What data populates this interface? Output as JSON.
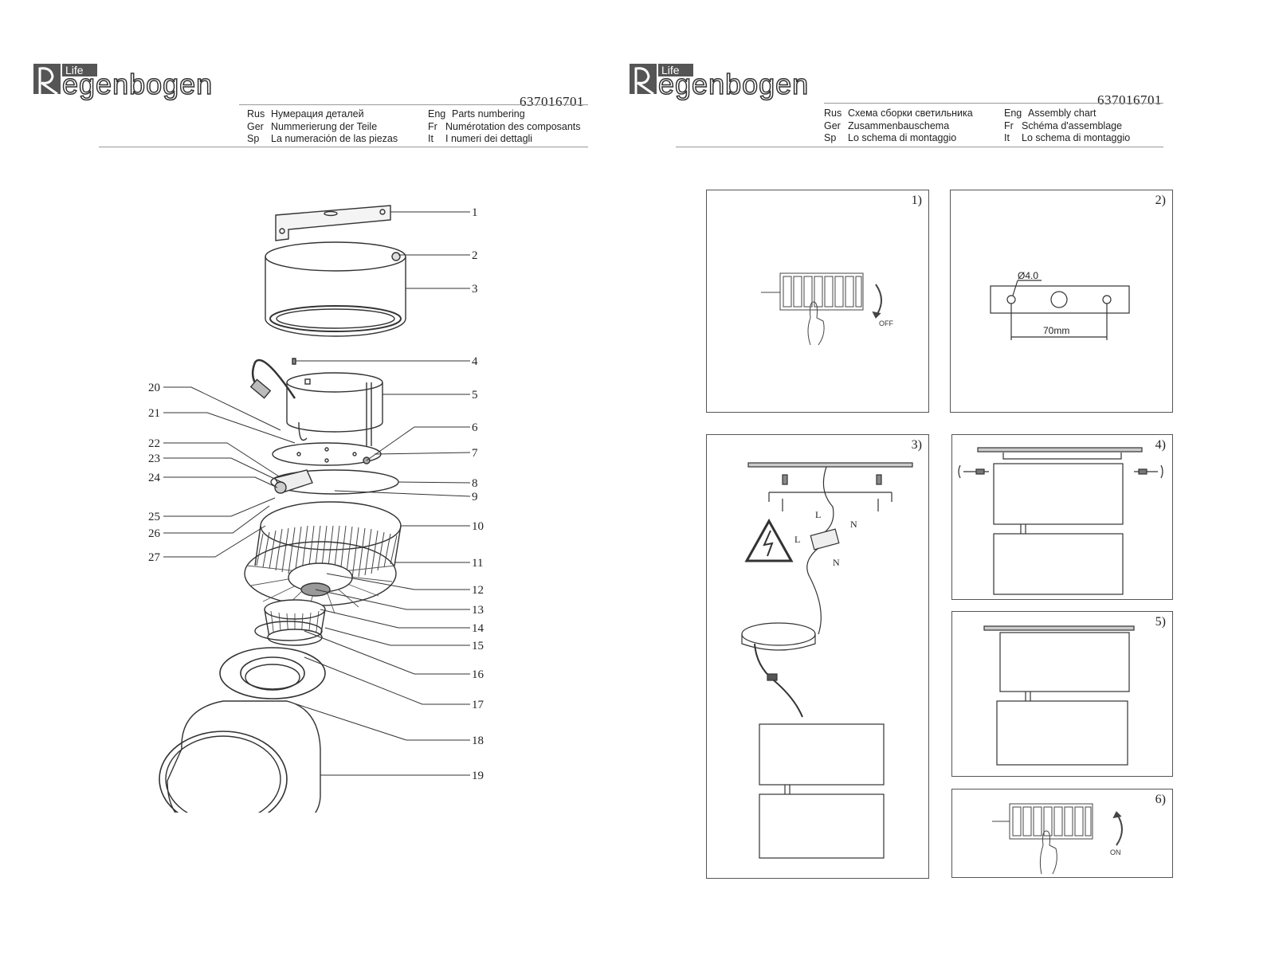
{
  "brand": {
    "life_tag": "Life",
    "name": "Regenbogen"
  },
  "left_page": {
    "doc_number": "637016701",
    "title_lines": [
      {
        "code": "Rus",
        "text": "Нумерация деталей"
      },
      {
        "code": "Ger",
        "text": "Nummerierung der Teile"
      },
      {
        "code": "Sp",
        "text": "La numeración de las piezas"
      }
    ],
    "title_lines_right": [
      {
        "code": "Eng",
        "text": "Parts numbering"
      },
      {
        "code": "Fr",
        "text": "Numérotation des composants"
      },
      {
        "code": "It",
        "text": "I numeri dei dettagli"
      }
    ],
    "callouts_right": [
      "1",
      "2",
      "3",
      "4",
      "5",
      "6",
      "7",
      "8",
      "9",
      "10",
      "11",
      "12",
      "13",
      "14",
      "15",
      "16",
      "17",
      "18",
      "19"
    ],
    "callouts_left": [
      "20",
      "21",
      "22",
      "23",
      "24",
      "25",
      "26",
      "27"
    ]
  },
  "right_page": {
    "doc_number": "637016701",
    "title_lines": [
      {
        "code": "Rus",
        "text": "Схема сборки светильника"
      },
      {
        "code": "Ger",
        "text": "Zusammenbauschema"
      },
      {
        "code": "Sp",
        "text": "Lo schema di montaggio"
      }
    ],
    "title_lines_right": [
      {
        "code": "Eng",
        "text": "Assembly chart"
      },
      {
        "code": "Fr",
        "text": "Schéma d'assemblage"
      },
      {
        "code": "It",
        "text": "Lo schema di montaggio"
      }
    ],
    "steps": [
      {
        "label": "1)",
        "switch_label": "OFF"
      },
      {
        "label": "2)",
        "diameter": "Ø4.0",
        "distance": "70mm"
      },
      {
        "label": "3)",
        "wire_L": "L",
        "wire_N": "N"
      },
      {
        "label": "4)"
      },
      {
        "label": "5)"
      },
      {
        "label": "6)",
        "switch_label": "ON"
      }
    ]
  }
}
